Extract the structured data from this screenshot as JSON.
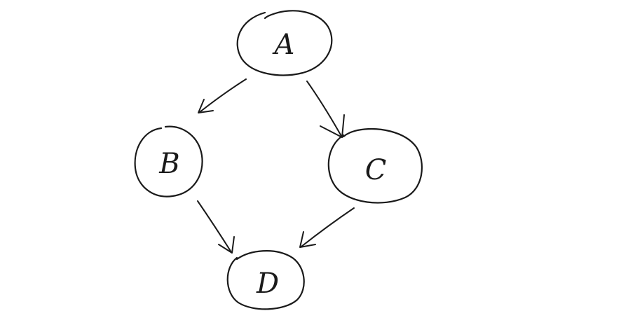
{
  "diagram": {
    "type": "directed-graph",
    "style": "hand-drawn",
    "stroke_color": "#1a1a1a",
    "background": "#ffffff",
    "nodes": [
      {
        "id": "A",
        "label": "A"
      },
      {
        "id": "B",
        "label": "B"
      },
      {
        "id": "C",
        "label": "C"
      },
      {
        "id": "D",
        "label": "D"
      }
    ],
    "edges": [
      {
        "from": "A",
        "to": "B"
      },
      {
        "from": "A",
        "to": "C"
      },
      {
        "from": "B",
        "to": "D"
      },
      {
        "from": "C",
        "to": "D"
      }
    ]
  }
}
